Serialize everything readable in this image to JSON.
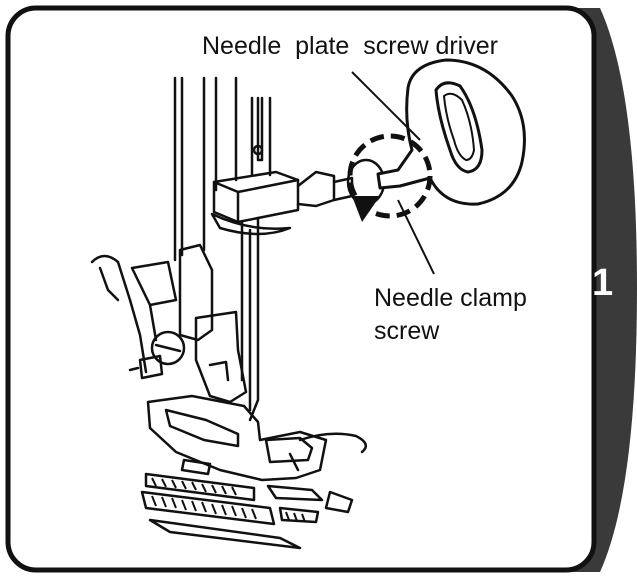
{
  "labels": {
    "needle_plate_screw_driver": "Needle  plate  screw driver",
    "needle_clamp_screw_line1": "Needle clamp",
    "needle_clamp_screw_line2": "screw"
  },
  "page_number": "1",
  "colors": {
    "panel_border": "#111111",
    "side_tab": "#3a3a3a",
    "line_art": "#111111",
    "background": "#ffffff"
  },
  "icons": [
    "sewing-machine-presser-foot-illustration",
    "screwdriver-icon",
    "rotation-arrow-icon"
  ]
}
